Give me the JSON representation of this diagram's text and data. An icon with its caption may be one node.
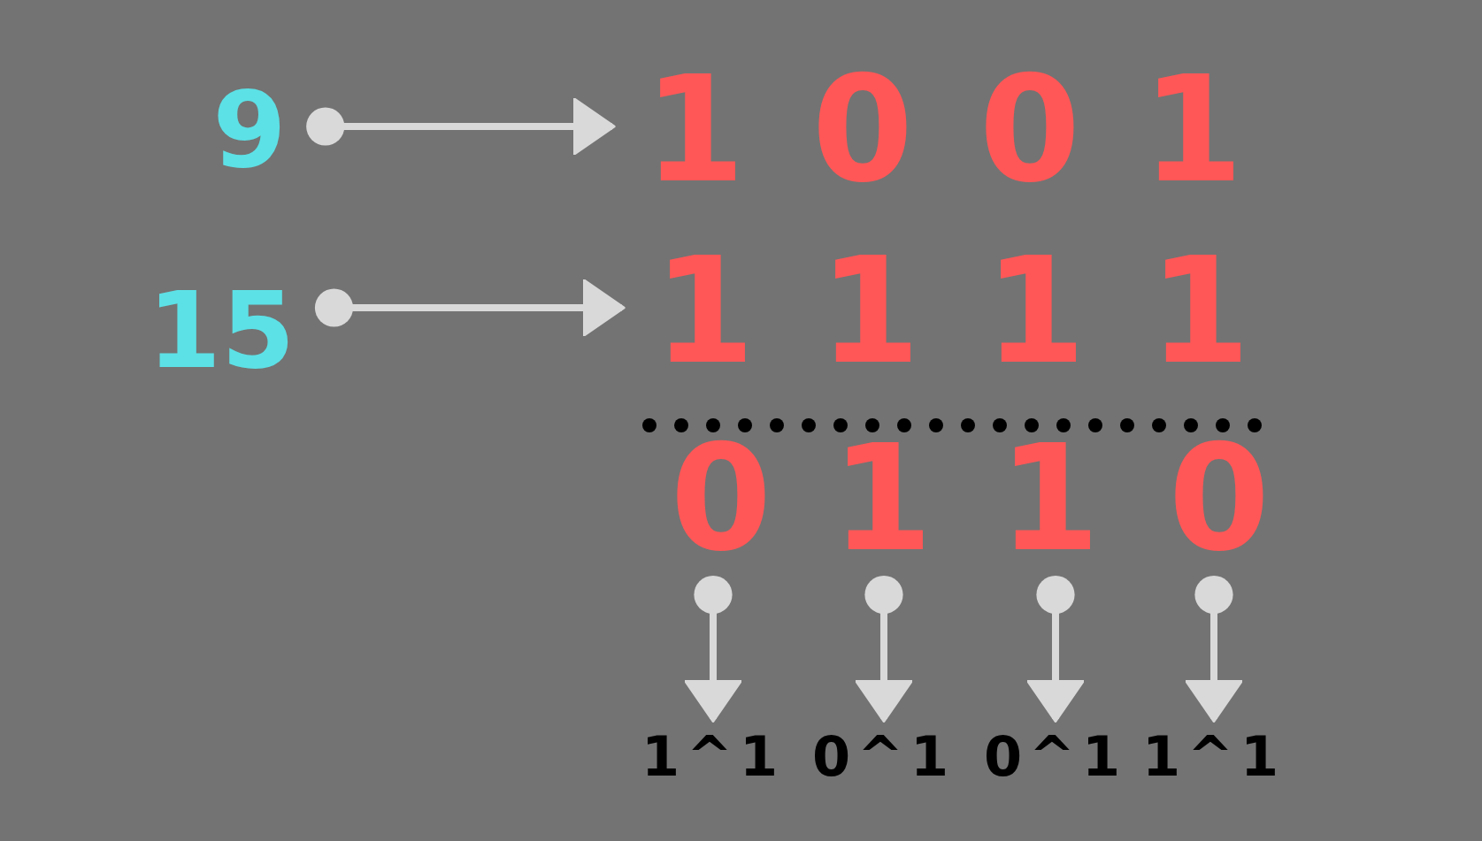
{
  "diagram": {
    "nodes": [
      {
        "text": [
          "9"
        ]
      },
      {
        "text": [
          "1"
        ]
      },
      {
        "text": [
          "0"
        ]
      },
      {
        "text": [
          "0"
        ]
      },
      {
        "text": [
          "1"
        ]
      },
      {
        "text": [
          "15"
        ]
      },
      {
        "text": [
          "1"
        ]
      },
      {
        "text": [
          "1"
        ]
      },
      {
        "text": [
          "1"
        ]
      },
      {
        "text": [
          "1"
        ]
      },
      {
        "text": [
          "0"
        ]
      },
      {
        "text": [
          "1"
        ]
      },
      {
        "text": [
          "1"
        ]
      },
      {
        "text": [
          "0"
        ]
      },
      {
        "text": [
          "1^1"
        ]
      },
      {
        "text": [
          "0^1"
        ]
      },
      {
        "text": [
          "0^1"
        ]
      },
      {
        "text": [
          "1^1"
        ]
      }
    ],
    "edges": [
      {
        "from": 0,
        "to": 1,
        "arrow": "to"
      },
      {
        "from": 5,
        "to": 6,
        "arrow": "to"
      },
      {
        "from": 10,
        "to": 14,
        "arrow": "to"
      },
      {
        "from": 11,
        "to": 15,
        "arrow": "to"
      },
      {
        "from": 12,
        "to": 16,
        "arrow": "to"
      },
      {
        "from": 13,
        "to": 17,
        "arrow": "to"
      }
    ]
  }
}
